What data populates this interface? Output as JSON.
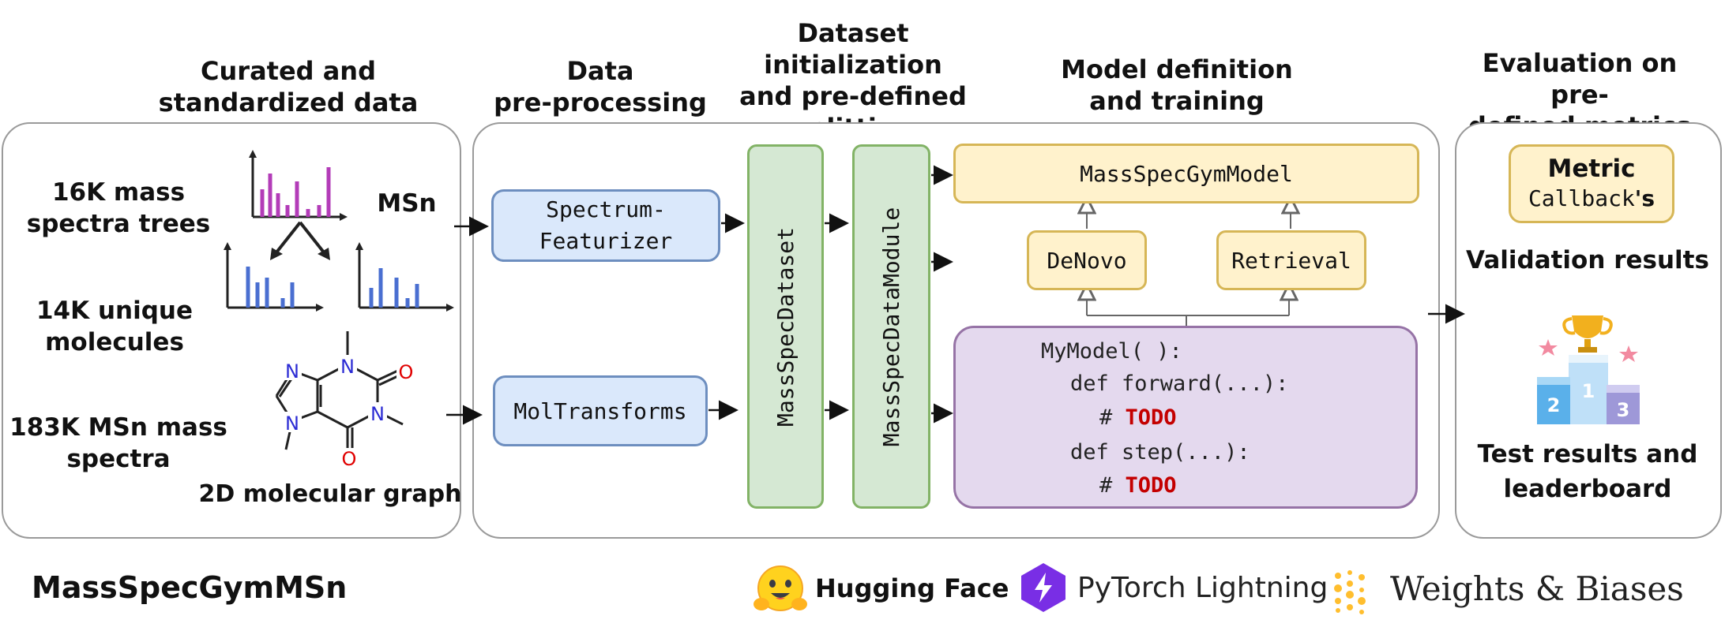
{
  "headers": {
    "curated": [
      "Curated and",
      "standardized data"
    ],
    "preprocessing": [
      "Data",
      "pre-processing"
    ],
    "dataset": [
      "Dataset initialization",
      "and pre-defined",
      "splitting"
    ],
    "model": [
      "Model definition",
      "and training"
    ],
    "evaluation": [
      "Evaluation on pre-",
      "defined metrics"
    ]
  },
  "data_panel": {
    "stat_trees": [
      "16K mass",
      "spectra trees"
    ],
    "msn_label": "MSn",
    "stat_molecules": [
      "14K unique",
      "molecules"
    ],
    "stat_spectra": [
      "183K MSn mass",
      "spectra"
    ],
    "graph_caption": "2D molecular graph",
    "atoms": [
      "N",
      "N",
      "N",
      "O",
      "O"
    ]
  },
  "pipeline": {
    "featurizer": [
      "Spectrum-",
      "Featurizer"
    ],
    "moltransforms": "MolTransforms",
    "dataset": "MassSpecDataset",
    "datamodule": "MassSpecDataModule",
    "gym_model": "MassSpecGymModel",
    "denovo": "DeNovo",
    "retrieval": "Retrieval",
    "code": {
      "line1": "MyModel( ):",
      "line2": "def forward(...):",
      "comment": "# ",
      "todo": "TODO",
      "line4": "def step(...):"
    }
  },
  "evaluation_panel": {
    "metric": "Metric",
    "callback": "Callback",
    "callback_suffix": "'s",
    "validation": "Validation results",
    "test": [
      "Test results and",
      "leaderboard"
    ],
    "podium": [
      "2",
      "1",
      "3"
    ]
  },
  "footer": {
    "title": "MassSpecGymMSn",
    "huggingface": "Hugging Face",
    "lightning": "PyTorch Lightning",
    "wandb": "Weights & Biases"
  },
  "colors": {
    "spectrum_purple": "#b33cb8",
    "spectrum_blue": "#4a6fd1",
    "atom_n": "#2b2bd4",
    "atom_o": "#e00000",
    "todo": "#c40000",
    "lightning": "#792ee5",
    "wandb_dots": "#ffbe2e"
  }
}
